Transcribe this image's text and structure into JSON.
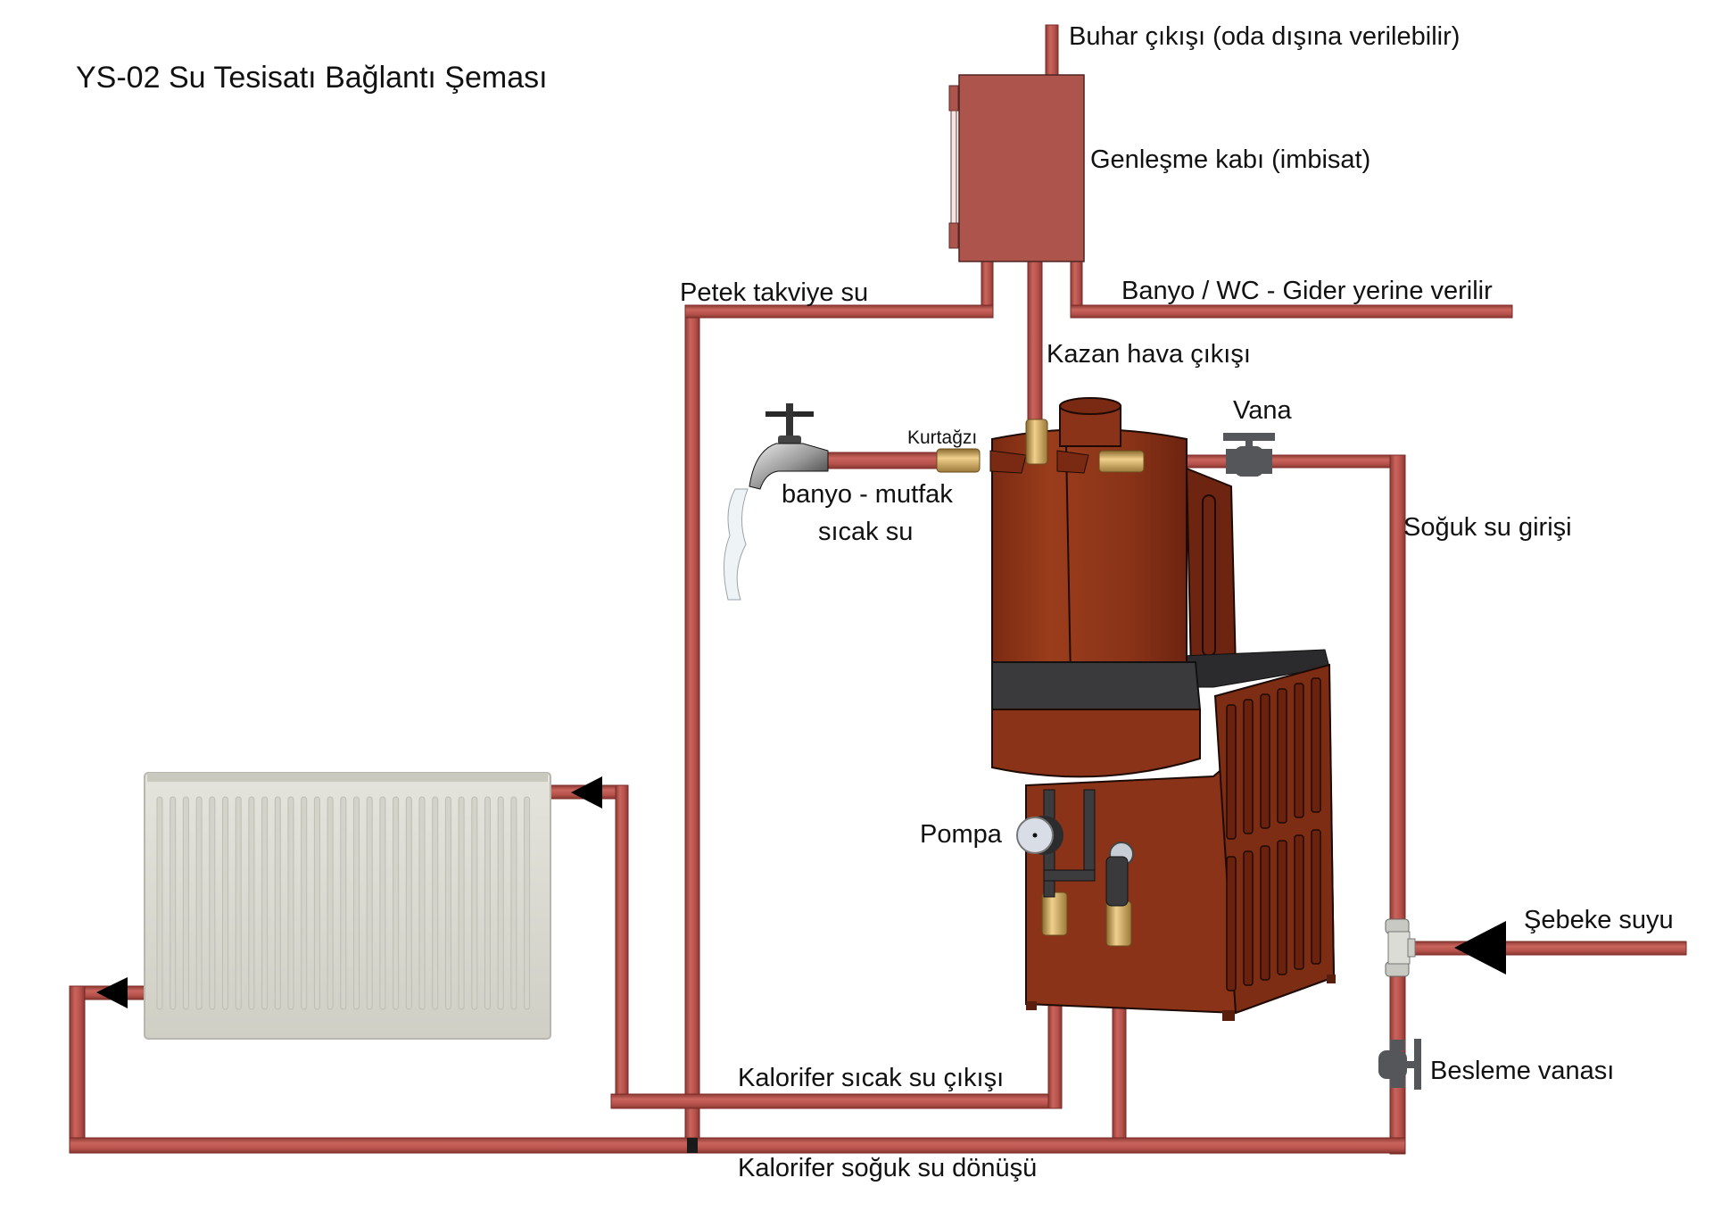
{
  "title": "YS-02 Su Tesisatı Bağlantı Şeması",
  "colors": {
    "pipe": "#b9564f",
    "boiler": "#8a3318",
    "tank": "#ad544c",
    "valve": "#55565a",
    "brass": "#c9a05a",
    "radiator": "#dcdcd4",
    "arrow": "#000000"
  },
  "labels": {
    "steam_outlet": "Buhar çıkışı (oda dışına verilebilir)",
    "expansion_tank": "Genleşme kabı  (imbisat)",
    "radiator_feed": "Petek takviye su",
    "bathroom_drain": "Banyo / WC - Gider yerine verilir",
    "boiler_air_outlet": "Kazan hava çıkışı",
    "valve": "Vana",
    "elbow": "Kurtağzı",
    "hot_water_line1": "banyo - mutfak",
    "hot_water_line2": "sıcak su",
    "cold_water_inlet": "Soğuk su girişi",
    "pump": "Pompa",
    "mains_water": "Şebeke suyu",
    "feed_valve": "Besleme vanası",
    "heating_hot_out": "Kalorifer sıcak su çıkışı",
    "heating_cold_return": "Kalorifer soğuk su dönüşü"
  },
  "components": [
    {
      "name": "expansion-tank",
      "icon": "tank-icon"
    },
    {
      "name": "boiler",
      "icon": "boiler-icon"
    },
    {
      "name": "radiator",
      "icon": "radiator-icon"
    },
    {
      "name": "faucet",
      "icon": "faucet-icon"
    },
    {
      "name": "pump",
      "icon": "pump-icon"
    },
    {
      "name": "valve",
      "icon": "valve-icon"
    },
    {
      "name": "feed-valve",
      "icon": "valve-icon"
    },
    {
      "name": "tee-fitting",
      "icon": "tee-fitting-icon"
    }
  ],
  "flow_arrows": [
    {
      "name": "radiator-inlet-arrow",
      "direction": "left"
    },
    {
      "name": "radiator-outlet-arrow",
      "direction": "left"
    },
    {
      "name": "mains-water-arrow",
      "direction": "left"
    }
  ]
}
